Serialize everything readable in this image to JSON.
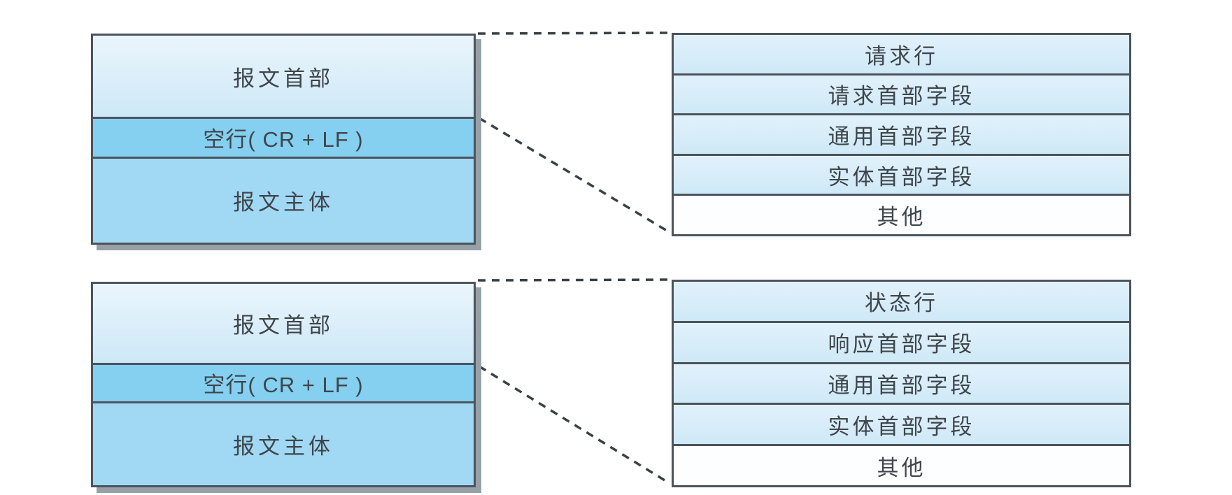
{
  "colors": {
    "message_header_fill": "#d9edf8",
    "blank_line_fill": "#85d0f0",
    "message_body_fill": "#a1d8f4",
    "expanded_row_fill": "#d7ecf8",
    "other_row_fill": "#fdfeff",
    "box_border": "#4b545c",
    "box_shadow": "#97a0a7",
    "text": "#3e454b",
    "connector": "#3b4046"
  },
  "request_message": {
    "header": "报文首部",
    "blank_line": "空行( CR + LF )",
    "body": "报文主体"
  },
  "request_expanded": {
    "rows": [
      "请求行",
      "请求首部字段",
      "通用首部字段",
      "实体首部字段",
      "其他"
    ]
  },
  "response_message": {
    "header": "报文首部",
    "blank_line": "空行( CR + LF )",
    "body": "报文主体"
  },
  "response_expanded": {
    "rows": [
      "状态行",
      "响应首部字段",
      "通用首部字段",
      "实体首部字段",
      "其他"
    ]
  }
}
